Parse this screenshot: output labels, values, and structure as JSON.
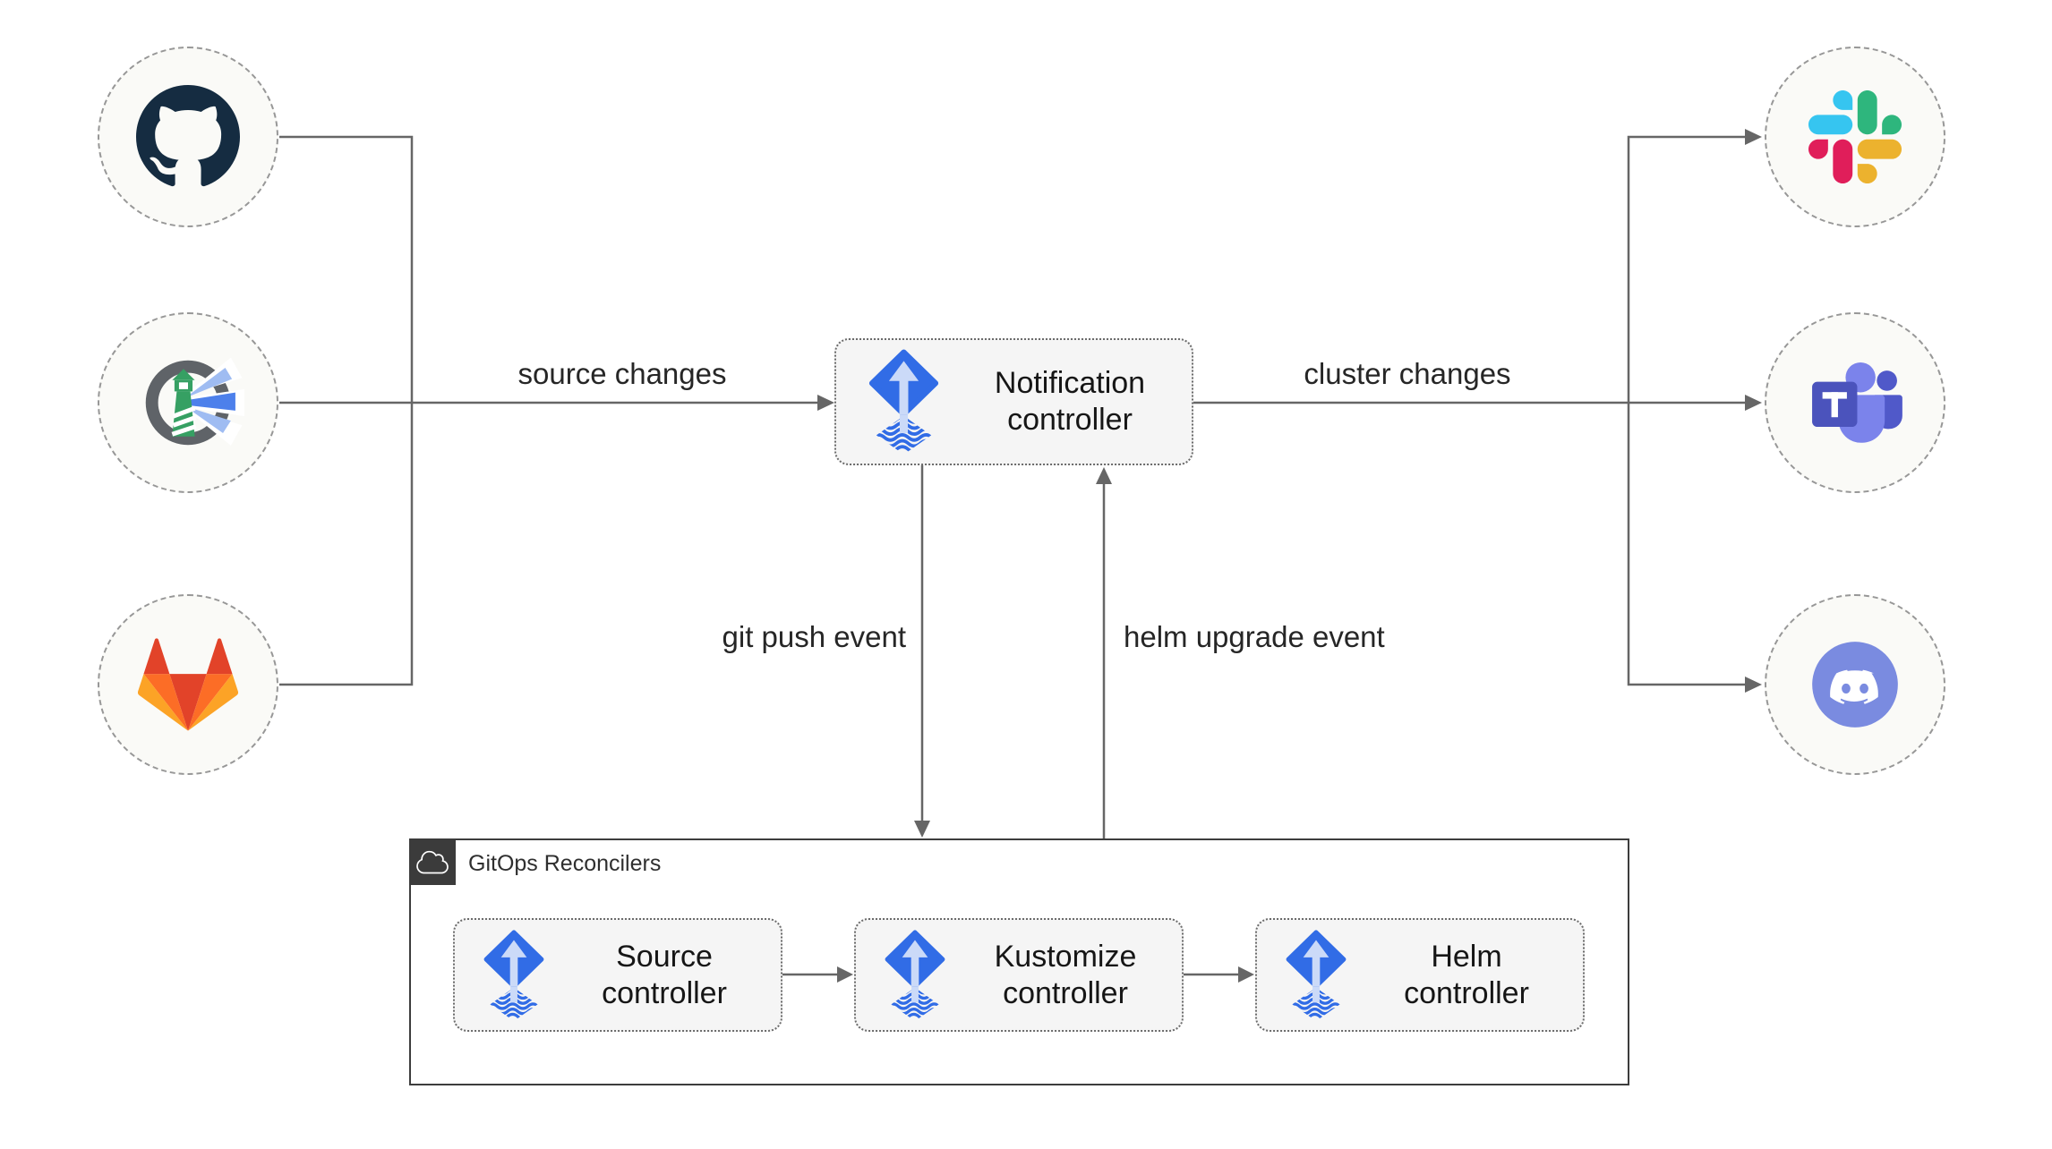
{
  "labels": {
    "notification_controller": "Notification\ncontroller",
    "source_controller": "Source\ncontroller",
    "kustomize_controller": "Kustomize\ncontroller",
    "helm_controller": "Helm\ncontroller",
    "gitops_group": "GitOps Reconcilers",
    "edge_source_changes": "source changes",
    "edge_cluster_changes": "cluster changes",
    "edge_git_push": "git push event",
    "edge_helm_upgrade": "helm upgrade event"
  },
  "nodes": {
    "sources": [
      "github",
      "harbor",
      "gitlab"
    ],
    "center": "notification-controller",
    "targets": [
      "slack",
      "microsoft-teams",
      "discord"
    ],
    "reconcilers": [
      "source-controller",
      "kustomize-controller",
      "helm-controller"
    ]
  },
  "icons": {
    "sources": [
      "github-icon",
      "harbor-icon",
      "gitlab-icon"
    ],
    "targets": [
      "slack-icon",
      "microsoft-teams-icon",
      "discord-icon"
    ],
    "controller": "flux-icon",
    "group_badge": "cloud-icon"
  },
  "colors": {
    "flux_blue": "#316CE6",
    "flux_arrow_light": "#CBDAF8",
    "connector": "#666666",
    "box_fill": "#F5F5F5",
    "box_border": "#6B6B6B",
    "circle_fill": "#FAFAF7",
    "circle_border": "#979797",
    "group_border": "#3D3D3D",
    "badge_bg": "#3B3B3B",
    "text": "#161616",
    "github": "#152C41",
    "harbor_green": "#36A063",
    "harbor_ring": "#5F6368",
    "harbor_beam": "#4D80EB",
    "gitlab": [
      "#E24329",
      "#FC6D26",
      "#FCA326"
    ],
    "slack": [
      "#36C5F0",
      "#2EB67D",
      "#ECB22E",
      "#E01E5A"
    ],
    "teams": [
      "#4B53BC",
      "#7B83EB",
      "#5059C9"
    ],
    "discord": "#7A8BE0"
  }
}
